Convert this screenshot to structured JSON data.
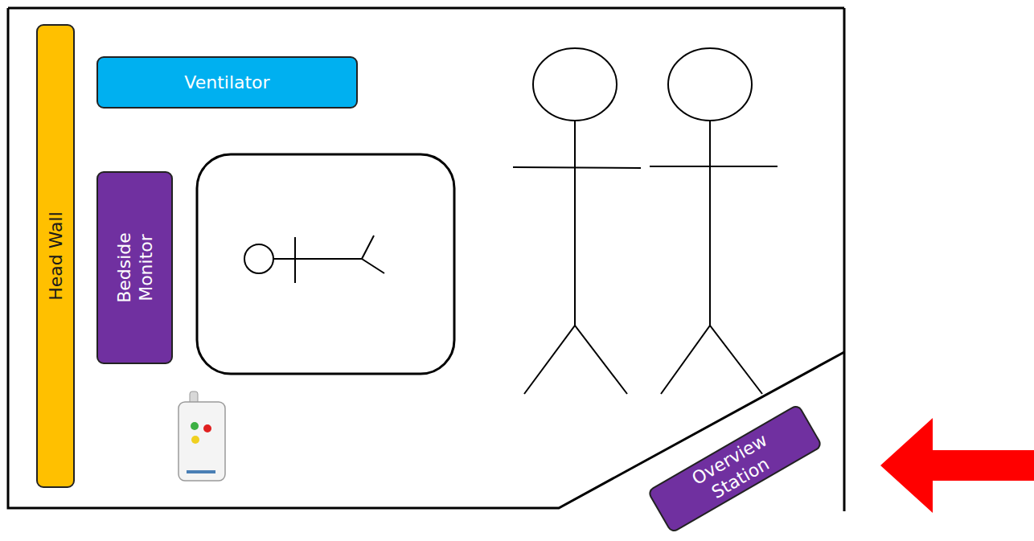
{
  "diagram": {
    "nodes": [
      {
        "text": [
          "Head Wall"
        ]
      },
      {
        "text": [
          "Ventilator"
        ]
      },
      {
        "text": [
          "Bedside Monitor"
        ]
      },
      {
        "text": [
          "Overview Station"
        ]
      }
    ]
  }
}
